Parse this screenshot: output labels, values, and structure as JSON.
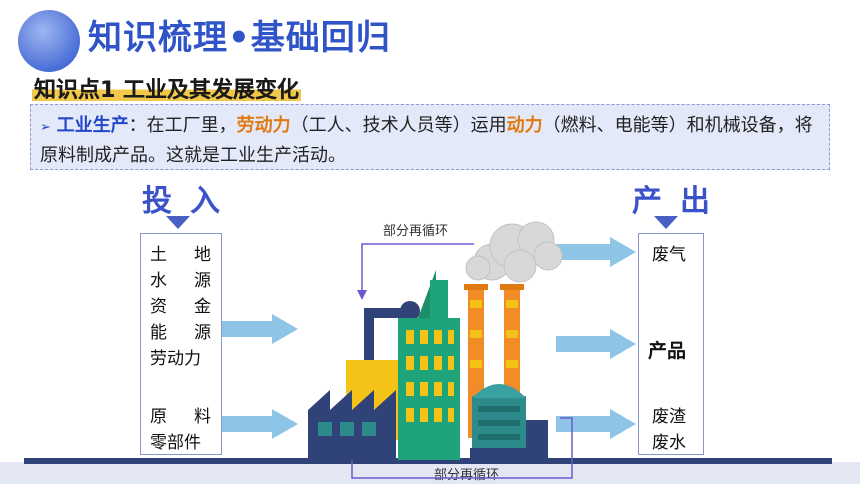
{
  "header": {
    "title": "知识梳理•基础回归"
  },
  "knowledge_point": {
    "label": "知识点1 工业及其发展变化"
  },
  "definition": {
    "bullet": "➢",
    "term": "工业生产",
    "colon": "：在工厂里，",
    "labor": "劳动力",
    "part1": "（工人、技术人员等）运用",
    "power": "动力",
    "part2": "（燃料、电能等）和机械设备，将原料制成产品。这就是工业生产活动。"
  },
  "input": {
    "heading": "投入",
    "items_left": [
      "土",
      "水",
      "资",
      "能",
      "劳动力",
      "原",
      "零部件"
    ],
    "items_right": [
      "地",
      "源",
      "金",
      "源",
      "",
      "料",
      ""
    ]
  },
  "output": {
    "heading": "产出",
    "item_gas": "废气",
    "item_product": "产品",
    "item_slag": "废渣",
    "item_water": "废水"
  },
  "cycle": {
    "top_label": "部分再循环",
    "bottom_label": "部分再循环"
  },
  "colors": {
    "title_blue": "#2f54c8",
    "arrow": "#8ec5e6",
    "factory_teal": "#2e8b8b",
    "factory_green": "#1fa37a",
    "factory_orange": "#f28c28",
    "factory_yellow": "#f5c218",
    "factory_navy": "#2f4378"
  }
}
